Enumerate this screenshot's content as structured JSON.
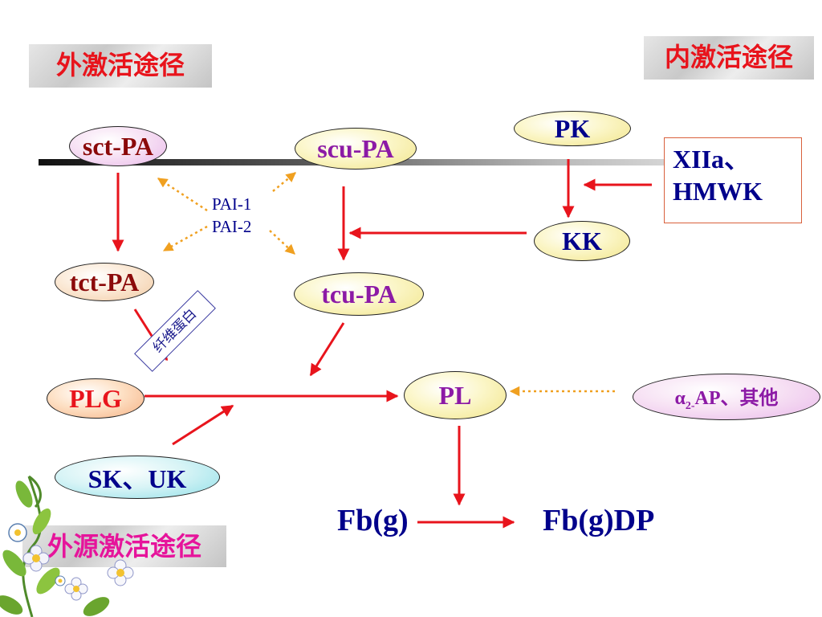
{
  "labels": {
    "extrinsic": "外激活途径",
    "intrinsic": "内激活途径",
    "exogenous": "外源激活途径"
  },
  "nodes": {
    "sct_pa": "sct-PA",
    "scu_pa": "scu-PA",
    "pk": "PK",
    "kk": "KK",
    "tct_pa": "tct-PA",
    "tcu_pa": "tcu-PA",
    "plg": "PLG",
    "pl": "PL",
    "sk_uk": "SK、UK",
    "alpha_prefix": "α",
    "alpha_sub": "2-",
    "alpha_rest": "AP、其他"
  },
  "inhibitors": {
    "pai1": "PAI-1",
    "pai2": "PAI-2"
  },
  "factors": {
    "line1": "XIIa、",
    "line2": "HMWK"
  },
  "fibrin_tag": "纤维蛋白",
  "products": {
    "fbg": "Fb(g)",
    "fbgdp": "Fb(g)DP"
  },
  "colors": {
    "arrow_red": "#e8141c",
    "arrow_orange": "#f0a020",
    "label_red": "#e8141c",
    "label_magenta": "#e6149b",
    "node_text_darkred": "#8b0a0a",
    "node_text_purple": "#8c1aa6",
    "node_text_navy": "#00008b"
  }
}
